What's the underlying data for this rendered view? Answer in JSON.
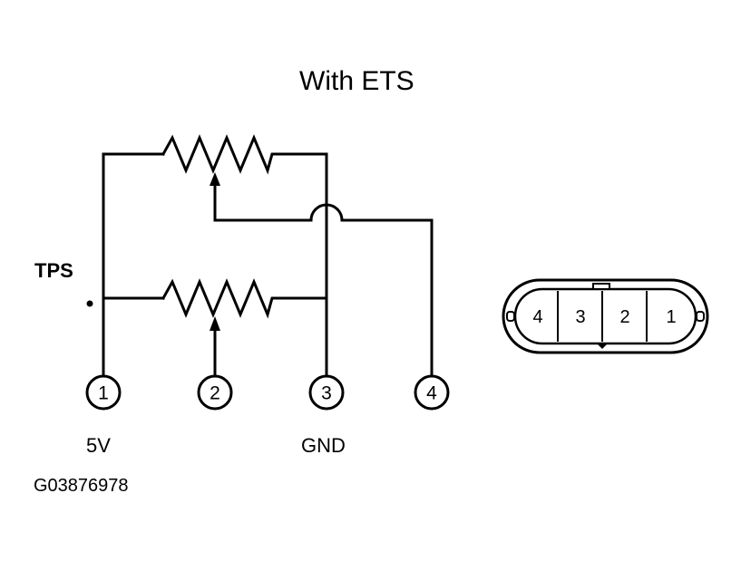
{
  "title": "With ETS",
  "component_label": "TPS",
  "figure_id": "G03876978",
  "terminals": [
    {
      "number": "1",
      "label": "5V"
    },
    {
      "number": "2",
      "label": ""
    },
    {
      "number": "3",
      "label": "GND"
    },
    {
      "number": "4",
      "label": ""
    }
  ],
  "connector_pins": [
    "4",
    "3",
    "2",
    "1"
  ],
  "colors": {
    "line": "#000000",
    "background": "#ffffff"
  }
}
